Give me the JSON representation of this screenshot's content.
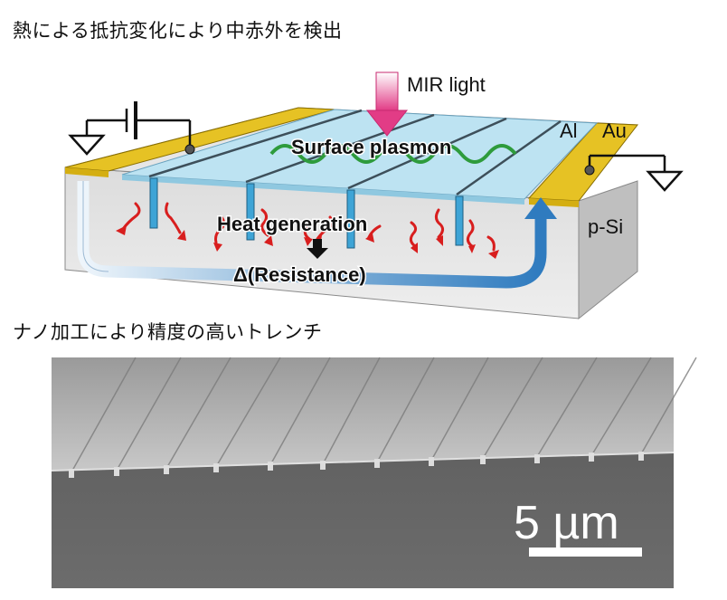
{
  "captions": {
    "top": "熱による抵抗変化により中赤外を検出",
    "bottom": "ナノ加工により精度の高いトレンチ"
  },
  "diagram": {
    "labels": {
      "mir_light": "MIR light",
      "al": "Al",
      "au": "Au",
      "surface_plasmon": "Surface plasmon",
      "heat_generation": "Heat generation",
      "resistance": "Δ(Resistance)",
      "substrate": "p-Si"
    }
  },
  "micrograph": {
    "scale_bar": "5 µm"
  },
  "colors": {
    "gold": "#e6c224",
    "plate": "#bde3f2",
    "arrow_blue": "#2f7bbf",
    "wave_green": "#2e9b3c",
    "heat_red": "#d81e1e",
    "light_pink": "#e23c86"
  }
}
